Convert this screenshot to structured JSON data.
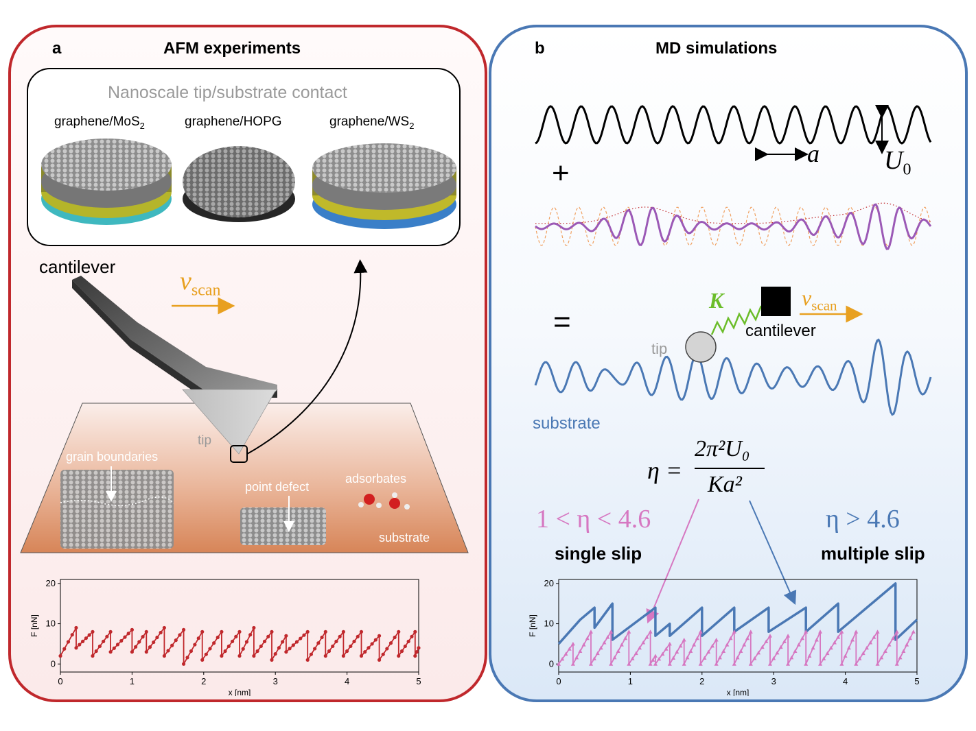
{
  "panel_a": {
    "letter": "a",
    "title": "AFM experiments",
    "inset_title": "Nanoscale tip/substrate contact",
    "materials": [
      {
        "label": "graphene/MoS",
        "sub": "2"
      },
      {
        "label": "graphene/HOPG",
        "sub": ""
      },
      {
        "label": "graphene/WS",
        "sub": "2"
      }
    ],
    "cantilever_label": "cantilever",
    "vscan": {
      "v": "v",
      "sub": "scan"
    },
    "tip_label": "tip",
    "defects": {
      "grain_boundaries": "grain boundaries",
      "point_defect": "point defect",
      "adsorbates": "adsorbates",
      "substrate": "substrate"
    }
  },
  "panel_b": {
    "letter": "b",
    "title": "MD simulations",
    "a_symbol": "a",
    "u0": {
      "U": "U",
      "sub": "0"
    },
    "plus": "+",
    "equals": "=",
    "K": "K",
    "vscan": {
      "v": "v",
      "sub": "scan"
    },
    "cantilever_label": "cantilever",
    "tip_label": "tip",
    "substrate_label": "substrate",
    "eta_formula": {
      "lhs": "η =",
      "num": "2π²U₀",
      "den": "Ka²"
    },
    "single_condition": "1 < η < 4.6",
    "multiple_condition": "η > 4.6",
    "single_label": "single slip",
    "multiple_label": "multiple slip"
  },
  "colors": {
    "panel_a_border": "#c0282c",
    "panel_b_border": "#4a78b4",
    "exp_series": "#c0282c",
    "md_multi": "#4a78b4",
    "md_single": "#d677c1",
    "scan_arrow": "#e8a020",
    "spring": "#6bbd2a",
    "purple_wave": "#9b59b6"
  },
  "chart_data": [
    {
      "type": "scatter",
      "title": "",
      "xlabel": "x [nm]",
      "ylabel": "F [nN]",
      "xlim": [
        0,
        5
      ],
      "ylim": [
        -2,
        21
      ],
      "xticks": [
        0,
        1,
        2,
        3,
        4,
        5
      ],
      "yticks": [
        0,
        10,
        20
      ],
      "series": [
        {
          "color": "#c0282c",
          "style": "sawtooth-dots",
          "segments": [
            [
              0.0,
              2,
              0.22,
              9
            ],
            [
              0.22,
              4,
              0.45,
              8
            ],
            [
              0.45,
              2,
              0.7,
              8
            ],
            [
              0.7,
              3,
              1.0,
              8.5
            ],
            [
              1.0,
              3,
              1.2,
              8
            ],
            [
              1.2,
              3,
              1.45,
              9
            ],
            [
              1.45,
              2,
              1.72,
              8.5
            ],
            [
              1.72,
              0,
              1.98,
              8
            ],
            [
              1.98,
              1,
              2.25,
              8
            ],
            [
              2.25,
              2,
              2.5,
              8
            ],
            [
              2.5,
              2,
              2.7,
              9
            ],
            [
              2.7,
              2,
              2.95,
              8
            ],
            [
              2.95,
              1,
              3.15,
              7
            ],
            [
              3.15,
              3,
              3.45,
              8
            ],
            [
              3.45,
              1,
              3.7,
              8
            ],
            [
              3.7,
              2,
              3.95,
              8
            ],
            [
              3.95,
              2,
              4.2,
              8
            ],
            [
              4.2,
              2,
              4.45,
              7
            ],
            [
              4.45,
              1,
              4.72,
              8
            ],
            [
              4.72,
              2,
              4.95,
              8
            ],
            [
              4.95,
              2,
              5.0,
              4
            ]
          ]
        }
      ]
    },
    {
      "type": "scatter",
      "title": "",
      "xlabel": "x [nm]",
      "ylabel": "F [nN]",
      "xlim": [
        0,
        5
      ],
      "ylim": [
        -2,
        21
      ],
      "xticks": [
        0,
        1,
        2,
        3,
        4,
        5
      ],
      "yticks": [
        0,
        10,
        20
      ],
      "series": [
        {
          "name": "",
          "color": "#4a78b4",
          "style": "multiple-slip",
          "segments": [
            [
              0.0,
              5,
              0.3,
              11
            ],
            [
              0.3,
              11,
              0.5,
              14
            ],
            [
              0.5,
              9,
              0.75,
              15
            ],
            [
              0.75,
              6,
              1.35,
              14
            ],
            [
              1.35,
              7,
              1.55,
              10
            ],
            [
              1.55,
              7,
              2.0,
              14
            ],
            [
              2.0,
              7,
              2.45,
              14
            ],
            [
              2.45,
              8,
              2.93,
              14
            ],
            [
              2.93,
              8,
              3.45,
              14
            ],
            [
              3.45,
              8,
              3.9,
              15
            ],
            [
              3.9,
              8,
              4.7,
              20
            ],
            [
              4.7,
              6,
              5.0,
              11
            ]
          ]
        },
        {
          "name": "",
          "color": "#d677c1",
          "style": "single-slip",
          "segments": [
            [
              0.0,
              0,
              0.2,
              5
            ],
            [
              0.2,
              0,
              0.45,
              8
            ],
            [
              0.45,
              0,
              0.73,
              8
            ],
            [
              0.73,
              0,
              0.98,
              8
            ],
            [
              0.98,
              0,
              1.28,
              8
            ],
            [
              1.28,
              0,
              1.35,
              2
            ],
            [
              1.35,
              0,
              1.55,
              5
            ],
            [
              1.55,
              0,
              1.75,
              6
            ],
            [
              1.75,
              0,
              1.98,
              8
            ],
            [
              1.98,
              0,
              2.2,
              6
            ],
            [
              2.2,
              0,
              2.45,
              8
            ],
            [
              2.45,
              0,
              2.68,
              8
            ],
            [
              2.68,
              0,
              2.95,
              7
            ],
            [
              2.95,
              0,
              3.2,
              7
            ],
            [
              3.2,
              0,
              3.45,
              8
            ],
            [
              3.45,
              0,
              3.65,
              8
            ],
            [
              3.65,
              0,
              3.95,
              8
            ],
            [
              3.95,
              0,
              4.15,
              8
            ],
            [
              4.15,
              0,
              4.45,
              8
            ],
            [
              4.45,
              0,
              4.72,
              8
            ],
            [
              4.72,
              0,
              4.95,
              8
            ]
          ]
        }
      ]
    }
  ]
}
